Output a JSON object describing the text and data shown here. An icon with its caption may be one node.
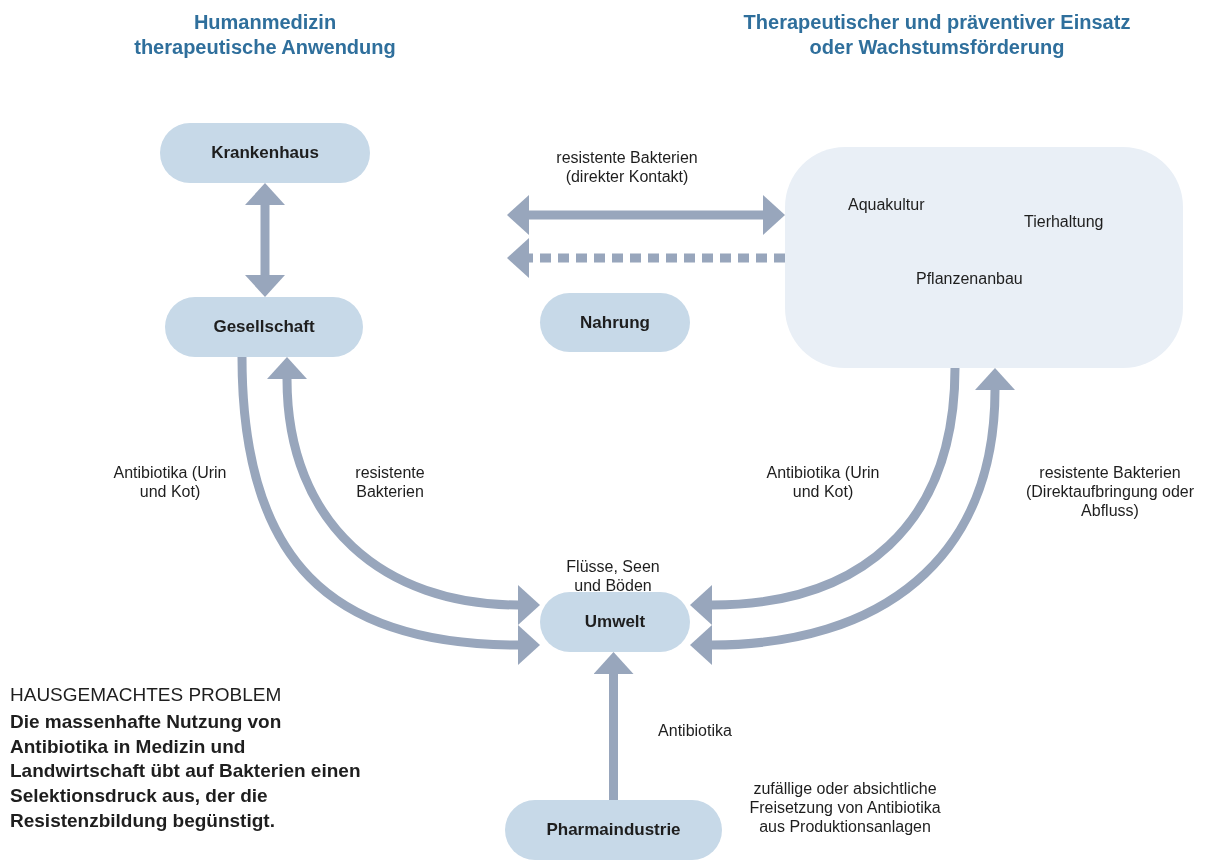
{
  "diagram": {
    "nodes": [
      {
        "text": [
          "Krankenhaus"
        ]
      },
      {
        "text": [
          "Gesellschaft"
        ]
      },
      {
        "text": [
          "Nahrung"
        ]
      },
      {
        "text": [
          "Aquakultur",
          "Tierhaltung",
          "Pflanzenanbau"
        ]
      },
      {
        "text": [
          "Umwelt"
        ],
        "beside": [
          "Flüsse, Seen und Böden"
        ]
      },
      {
        "text": [
          "Pharmaindustrie"
        ],
        "beside": [
          "zufällige oder absichtliche Freisetzung von Antibiotika aus Produktionsanlagen"
        ]
      }
    ],
    "edges": [
      {
        "from": 0,
        "to": 1,
        "arrow": "both"
      },
      {
        "from": 3,
        "to": null,
        "arrow": "both",
        "label": "resistente Bakterien (direkter Kontakt)"
      },
      {
        "from": 3,
        "to": 2,
        "arrow": "to",
        "style": "dashed"
      },
      {
        "from": 1,
        "to": 4,
        "arrow": "to",
        "label": "Antibiotika (Urin und Kot)"
      },
      {
        "from": 4,
        "to": 1,
        "arrow": "both",
        "label": "resistente Bakterien"
      },
      {
        "from": 3,
        "to": 4,
        "arrow": "to",
        "label": "Antibiotika (Urin und Kot)"
      },
      {
        "from": 4,
        "to": 3,
        "arrow": "both",
        "label": "resistente Bakterien (Direktaufbringung oder Abfluss)"
      },
      {
        "from": 5,
        "to": 4,
        "arrow": "to",
        "label": "Antibiotika"
      }
    ],
    "labels": [
      "Humanmedizin therapeutische Anwendung",
      "Therapeutischer und präventiver Einsatz oder Wachstumsförderung",
      "HAUSGEMACHTES PROBLEM",
      "Die massenhafte Nutzung von Antibiotika in Medizin und Landwirtschaft übt auf Bakterien einen Selektionsdruck aus, der die Resistenzbildung begünstigt."
    ]
  }
}
